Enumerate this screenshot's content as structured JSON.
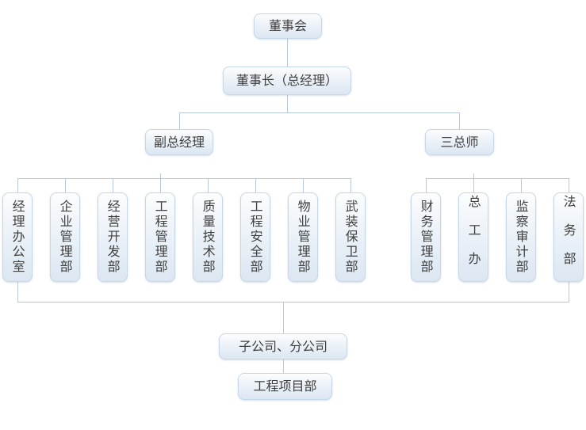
{
  "org": {
    "board": "董事会",
    "chairman": "董事长（总经理）",
    "deputy_gm": "副总经理",
    "three_chiefs": "三总师",
    "left_departments": [
      "经理办公室",
      "企业管理部",
      "经营开发部",
      "工程管理部",
      "质量技术部",
      "工程安全部",
      "物业管理部",
      "武装保卫部"
    ],
    "right_departments": [
      "财务管理部",
      "总工办",
      "监察审计部",
      "法务部"
    ],
    "subsidiary": "子公司、分公司",
    "project_dept": "工程项目部"
  },
  "colors": {
    "node_border": "#c6d7e8",
    "node_fill_top": "#fcfdfe",
    "node_fill_bottom": "#dce7f2",
    "connector": "#b7c9de",
    "text": "#404040",
    "background": "#ffffff"
  }
}
